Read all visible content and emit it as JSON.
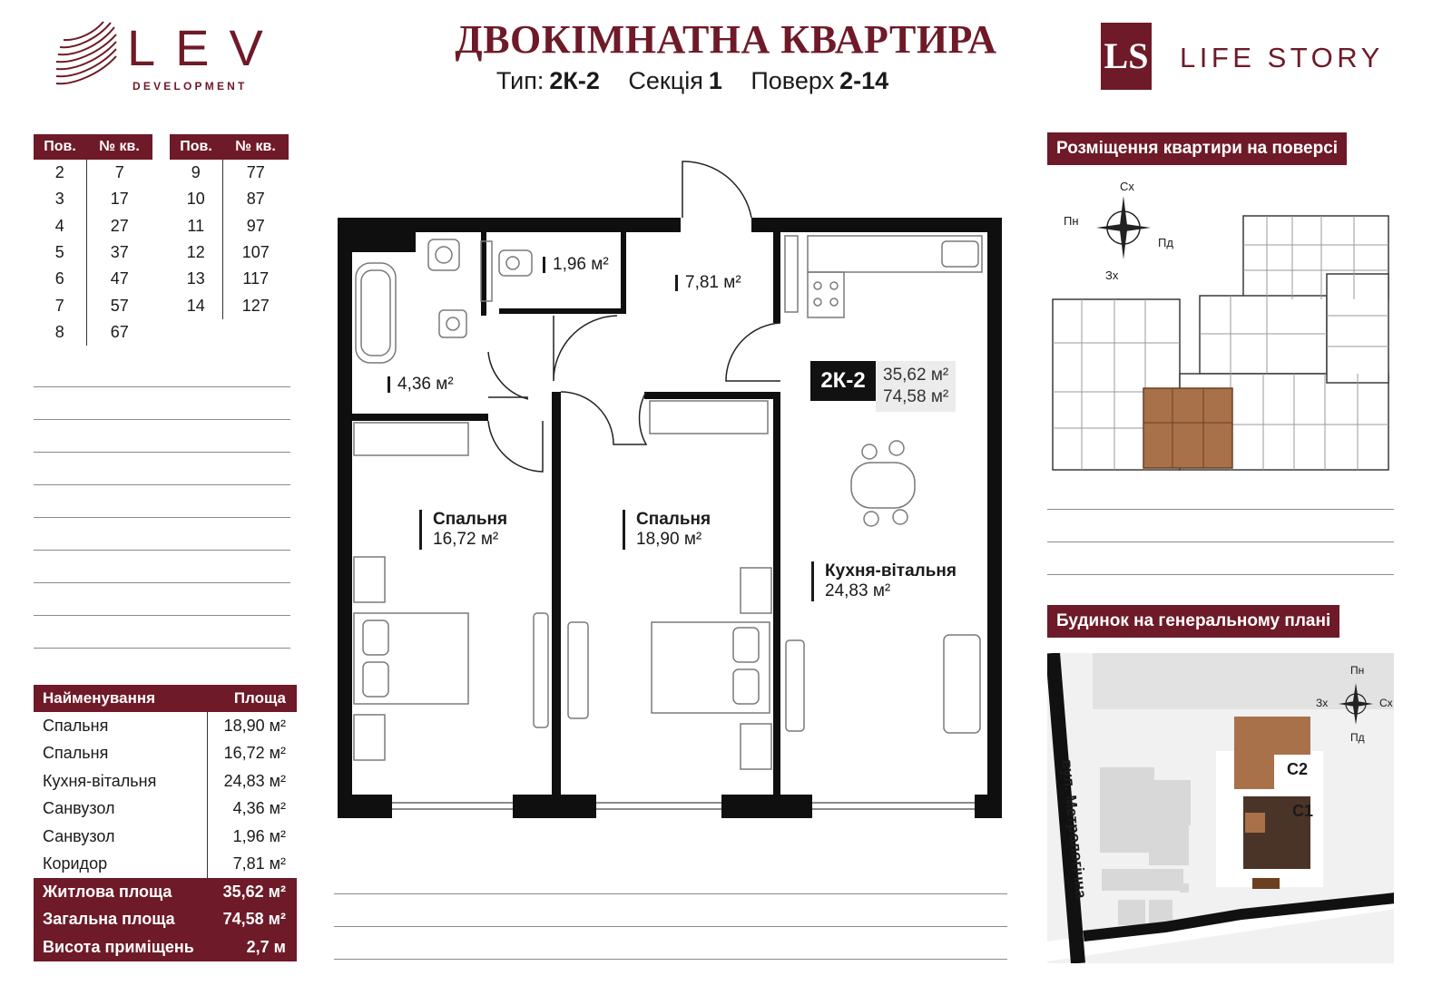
{
  "header": {
    "title": "ДВОКІМНАТНА КВАРТИРА",
    "type_label": "Тип:",
    "type_value": "2К-2",
    "section_label": "Секція",
    "section_value": "1",
    "floor_label": "Поверх",
    "floor_value": "2-14"
  },
  "logos": {
    "lev_word": "LEV",
    "lev_sub": "DEVELOPMENT",
    "ls_mark": "LS",
    "ls_word": "LIFE STORY",
    "brand_color": "#6e1a28"
  },
  "floor_table": {
    "col_floor": "Пов.",
    "col_apt": "№ кв.",
    "left": [
      {
        "floor": "2",
        "apt": "7"
      },
      {
        "floor": "3",
        "apt": "17"
      },
      {
        "floor": "4",
        "apt": "27"
      },
      {
        "floor": "5",
        "apt": "37"
      },
      {
        "floor": "6",
        "apt": "47"
      },
      {
        "floor": "7",
        "apt": "57"
      },
      {
        "floor": "8",
        "apt": "67"
      }
    ],
    "right": [
      {
        "floor": "9",
        "apt": "77"
      },
      {
        "floor": "10",
        "apt": "87"
      },
      {
        "floor": "11",
        "apt": "97"
      },
      {
        "floor": "12",
        "apt": "107"
      },
      {
        "floor": "13",
        "apt": "117"
      },
      {
        "floor": "14",
        "apt": "127"
      }
    ]
  },
  "area_table": {
    "col_name": "Найменування",
    "col_area": "Площа",
    "rows": [
      {
        "name": "Спальня",
        "area": "18,90 м²"
      },
      {
        "name": "Спальня",
        "area": "16,72 м²"
      },
      {
        "name": "Кухня-вітальня",
        "area": "24,83 м²"
      },
      {
        "name": "Санвузол",
        "area": "4,36 м²"
      },
      {
        "name": "Санвузол",
        "area": "1,96 м²"
      },
      {
        "name": "Коридор",
        "area": "7,81 м²"
      }
    ],
    "totals": [
      {
        "name": "Житлова площа",
        "area": "35,62 м²"
      },
      {
        "name": "Загальна площа",
        "area": "74,58 м²"
      },
      {
        "name": "Висота приміщень",
        "area": "2,7 м"
      }
    ]
  },
  "plan": {
    "bathroom_area": "4,36 м²",
    "wc_area": "1,96 м²",
    "corridor_area": "7,81 м²",
    "bedroom1_name": "Спальня",
    "bedroom1_area": "16,72 м²",
    "bedroom2_name": "Спальня",
    "bedroom2_area": "18,90 м²",
    "kitchen_name": "Кухня-вітальня",
    "kitchen_area": "24,83 м²",
    "code": "2К-2",
    "code_living": "35,62 м²",
    "code_total": "74,58 м²"
  },
  "right_panels": {
    "floor_plan_title": "Розміщення квартири на поверсі",
    "site_plan_title": "Будинок на генеральному плані",
    "compass1": {
      "n": "Сх",
      "w": "Пн",
      "e": "Пд",
      "s": "Зх"
    },
    "compass2": {
      "n": "Пн",
      "w": "Зх",
      "e": "Сх",
      "s": "Пд"
    },
    "street": "вул. Метрологічна",
    "section_c2": "С2",
    "section_c1": "С1",
    "highlight_color": "#a8714a"
  }
}
